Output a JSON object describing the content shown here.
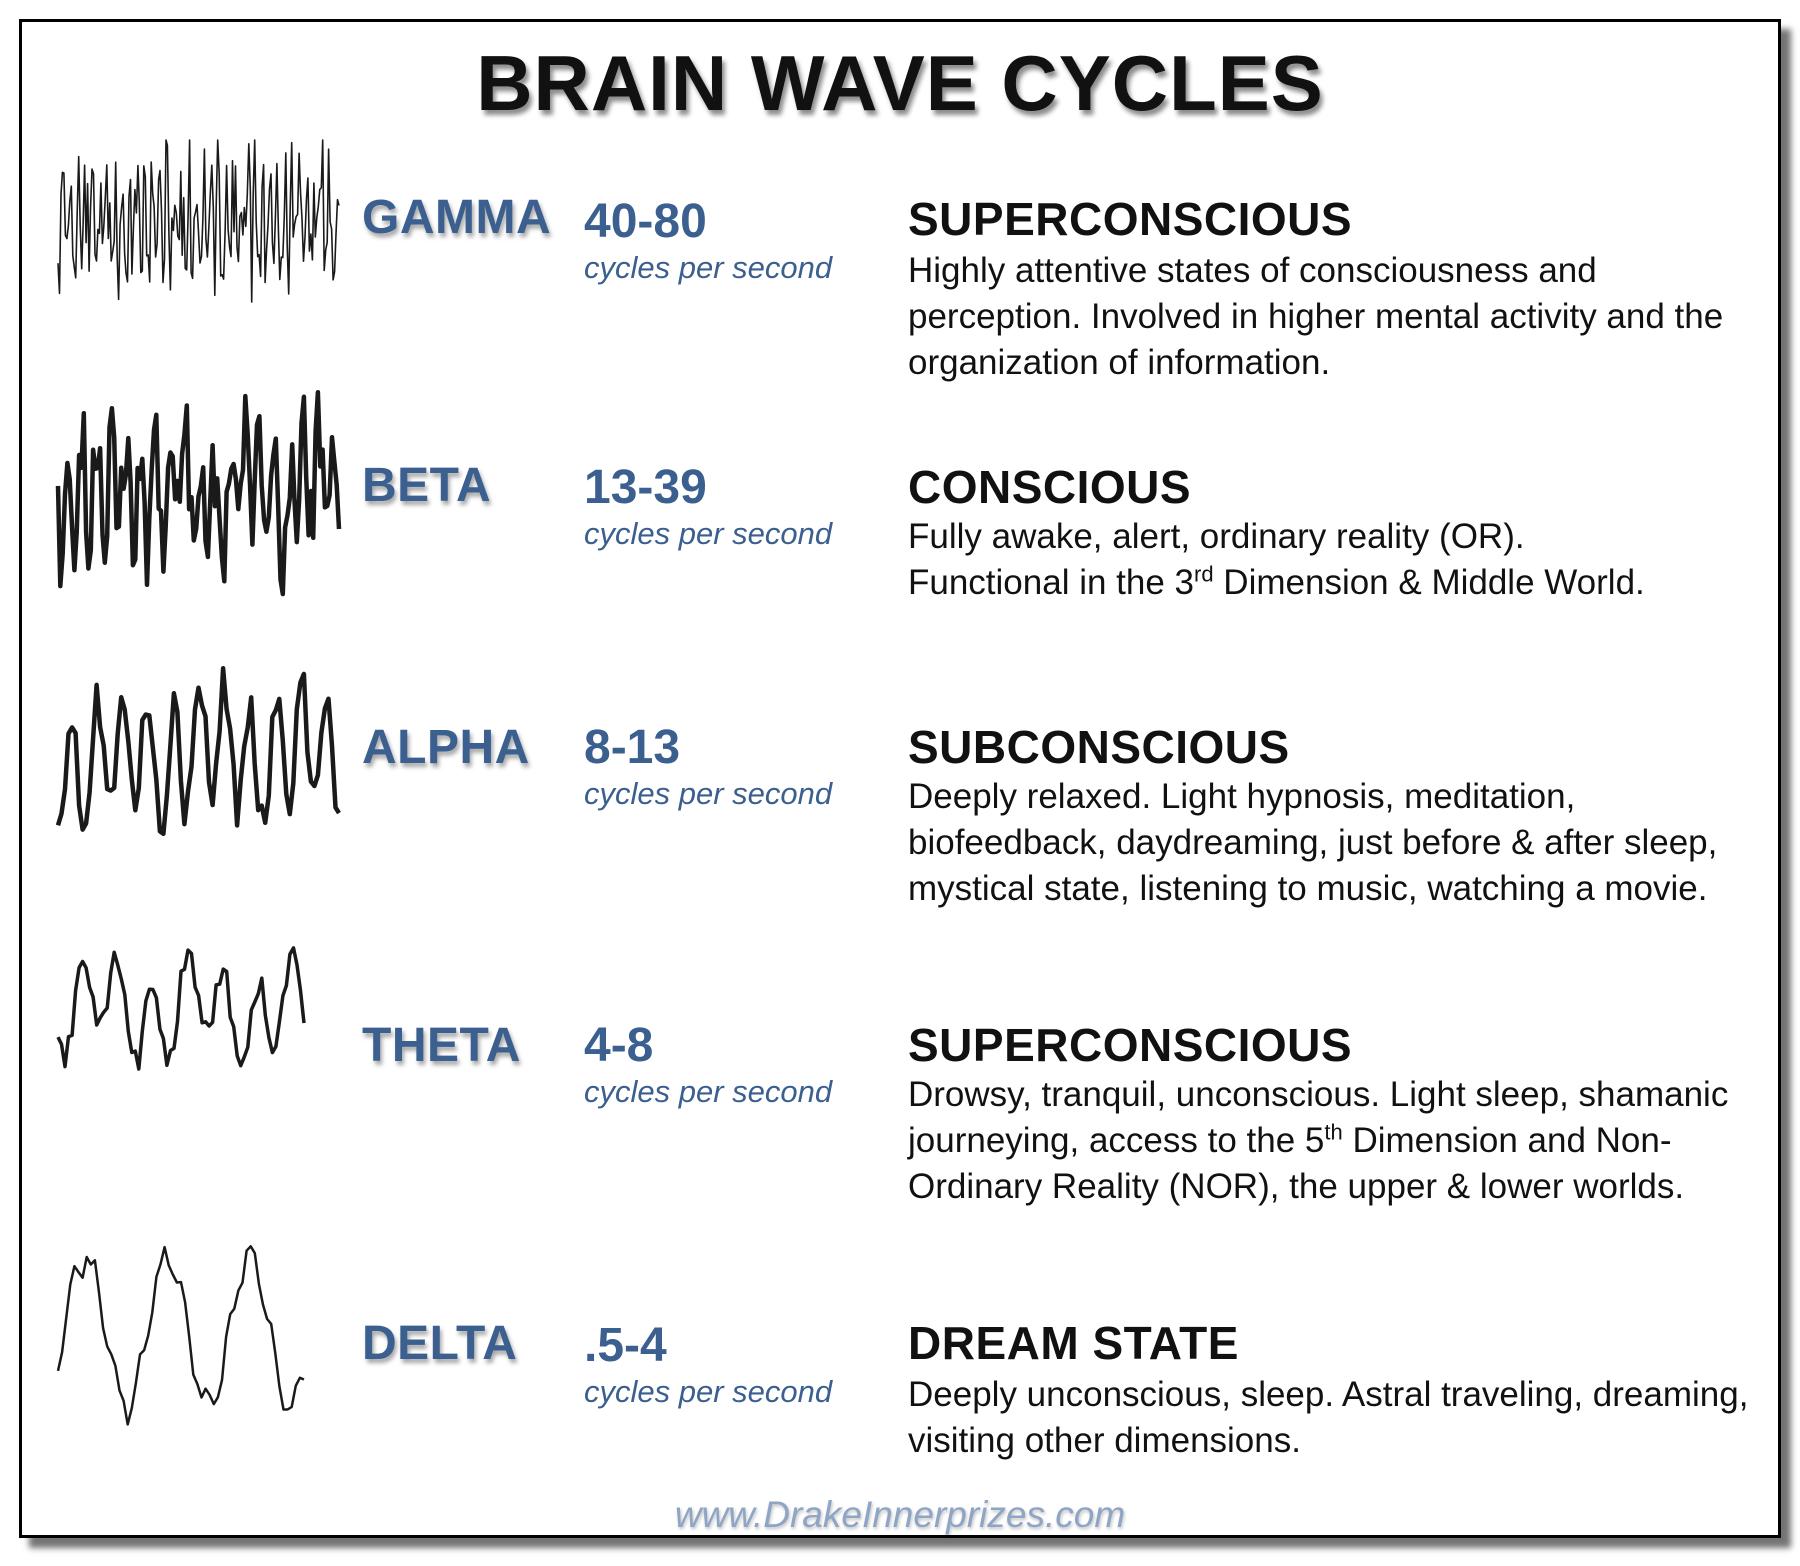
{
  "title": "BRAIN WAVE CYCLES",
  "footer": "www.DrakeInnerprizes.com",
  "colors": {
    "wave_name": "#3b5f8f",
    "state_text": "#111111",
    "footer": "#8fa5c6",
    "border": "#000000"
  },
  "waves": [
    {
      "name": "GAMMA",
      "frequency": "40-80",
      "unit": "cycles per second",
      "state": "SUPERCONSCIOUS",
      "description": "Highly attentive states of consciousness and perception. Involved in higher mental activity and the organization of information."
    },
    {
      "name": "BETA",
      "frequency": "13-39",
      "unit": "cycles per second",
      "state": "CONSCIOUS",
      "description_line1": "Fully awake, alert, ordinary reality (OR).",
      "description_pre": "Functional in the 3",
      "description_sup": "rd",
      "description_post": " Dimension & Middle World."
    },
    {
      "name": "ALPHA",
      "frequency": "8-13",
      "unit": "cycles per second",
      "state": "SUBCONSCIOUS",
      "description": "Deeply relaxed. Light hypnosis, meditation, biofeedback, daydreaming, just before & after sleep, mystical state, listening to music, watching a movie."
    },
    {
      "name": "THETA",
      "frequency": "4-8",
      "unit": "cycles per second",
      "state": "SUPERCONSCIOUS",
      "description_pre": "Drowsy, tranquil, unconscious. Light sleep, shamanic journeying, access to the 5",
      "description_sup": "th",
      "description_post": " Dimension and Non-Ordinary Reality (NOR), the upper & lower worlds."
    },
    {
      "name": "DELTA",
      "frequency": ".5-4",
      "unit": "cycles per second",
      "state": "DREAM STATE",
      "description": "Deeply unconscious, sleep. Astral traveling, dreaming, visiting other dimensions."
    }
  ]
}
